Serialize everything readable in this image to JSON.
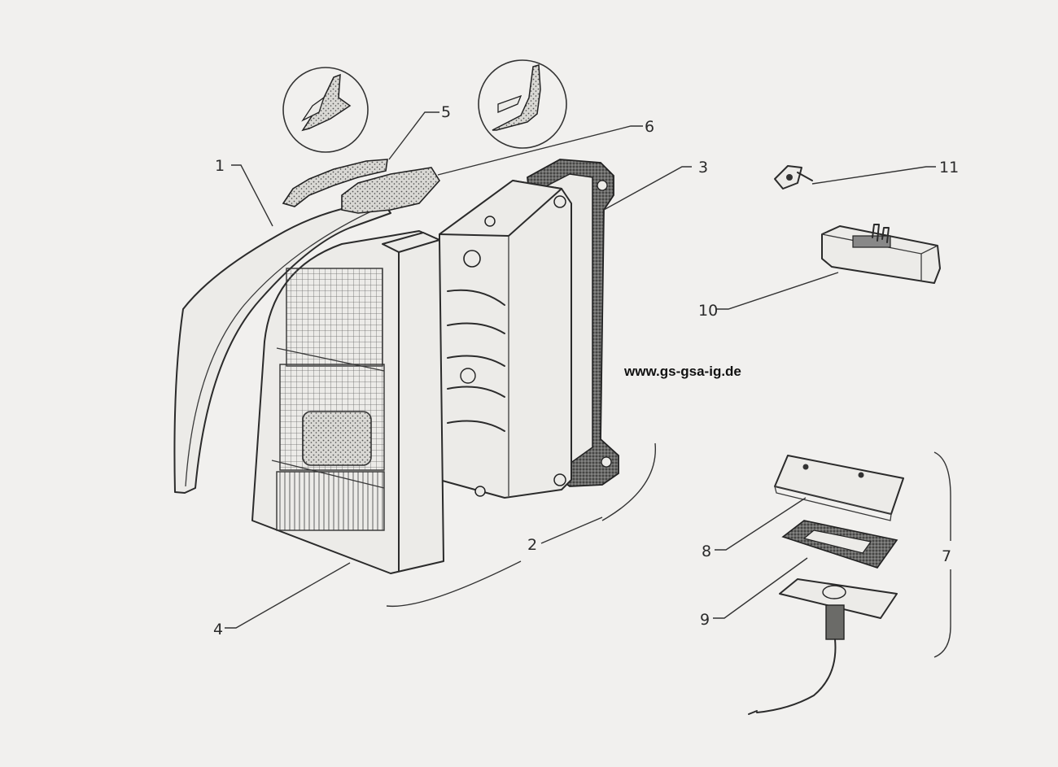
{
  "watermark": "www.gs-gsa-ig.de",
  "callouts": {
    "c1": "1",
    "c2": "2",
    "c3": "3",
    "c4": "4",
    "c5": "5",
    "c6": "6",
    "c7": "7",
    "c8": "8",
    "c9": "9",
    "c10": "10",
    "c11": "11"
  },
  "colors": {
    "paper": "#f1f0ee",
    "ink": "#2b2b2b"
  }
}
